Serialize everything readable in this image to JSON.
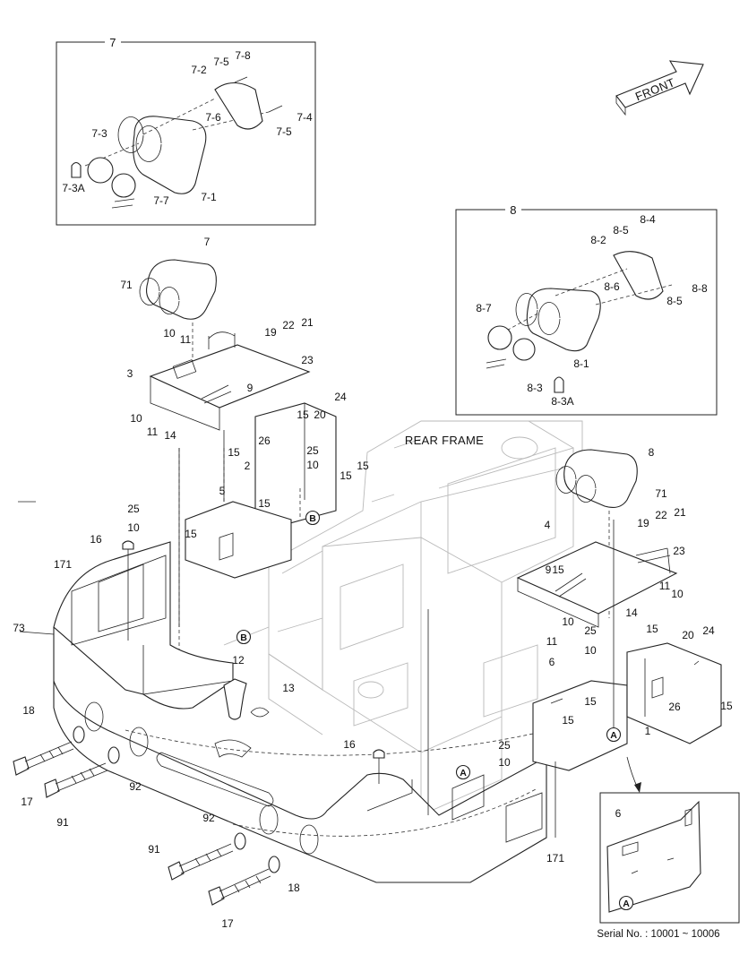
{
  "detail_boxes": {
    "box7": {
      "title": "7"
    },
    "box8": {
      "title": "8"
    }
  },
  "arrow_label": "FRONT",
  "rear_frame_label": "REAR FRAME",
  "serial_text": "Serial No. : 10001 ~ 10006",
  "callouts": {
    "b7": [
      "7-8",
      "7-5",
      "7-2",
      "7-6",
      "7-4",
      "7-5",
      "7-3",
      "7-3A",
      "7-7",
      "7-1"
    ],
    "b8": [
      "8-4",
      "8-5",
      "8-2",
      "8-6",
      "8-8",
      "8-5",
      "8-7",
      "8-1",
      "8-3",
      "8-3A"
    ],
    "main": [
      "7",
      "71",
      "10",
      "11",
      "19",
      "22",
      "21",
      "23",
      "3",
      "9",
      "10",
      "11",
      "14",
      "15",
      "20",
      "24",
      "15",
      "26",
      "25",
      "10",
      "2",
      "15",
      "15",
      "5",
      "25",
      "10",
      "15",
      "15",
      "16",
      "171",
      "73",
      "8",
      "71",
      "19",
      "22",
      "21",
      "4",
      "23",
      "9",
      "15",
      "11",
      "10",
      "14",
      "25",
      "10",
      "11",
      "10",
      "15",
      "20",
      "24",
      "6",
      "26",
      "15",
      "15",
      "15",
      "12",
      "13",
      "18",
      "17",
      "91",
      "92",
      "16",
      "25",
      "10",
      "1",
      "92",
      "91",
      "18",
      "17",
      "171",
      "6"
    ]
  },
  "circled_refs": [
    "B",
    "B",
    "A",
    "A",
    "A"
  ]
}
